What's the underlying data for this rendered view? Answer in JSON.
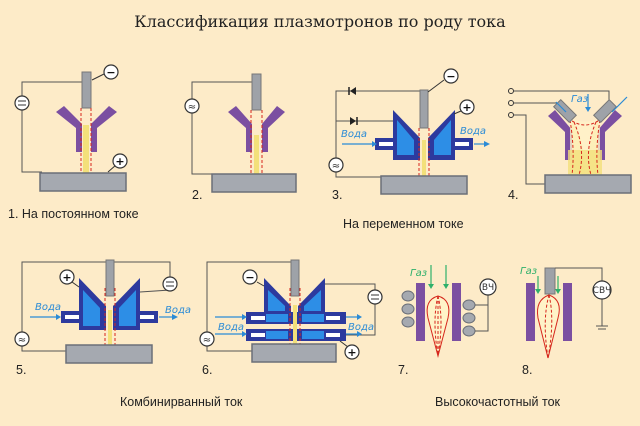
{
  "title": "Классификация плазмотронов по роду тока",
  "diagrams": [
    {
      "number": "1.",
      "caption": "На постоянном токе",
      "source": "direct-current",
      "electrode_sign": "−",
      "workpiece_sign": "+"
    },
    {
      "number": "2.",
      "source": "alternating-current"
    },
    {
      "number": "3.",
      "source": "alternating-current",
      "water_in": "Вода",
      "water_out": "Вода",
      "electrode_sign": "−",
      "nozzle_sign": "+"
    },
    {
      "number": "4.",
      "gas_label": "Газ"
    },
    {
      "number": "5.",
      "water_in": "Вода",
      "water_out": "Вода",
      "nozzle_sign": "+"
    },
    {
      "number": "6.",
      "water_in": "Вода",
      "water_out": "Вода",
      "nozzle_sign_top": "−",
      "nozzle_sign_bottom": "+"
    },
    {
      "number": "7.",
      "gas_label": "Газ",
      "source_label": "ВЧ"
    },
    {
      "number": "8.",
      "gas_label": "Газ",
      "source_label": "СВЧ"
    }
  ],
  "group_captions": {
    "alternating": "На переменном токе",
    "combined": "Комбинирванный ток",
    "high_frequency": "Высокочастотный ток"
  },
  "symbols": {
    "dc": "=",
    "ac": "≈",
    "plus": "+",
    "minus": "−"
  }
}
